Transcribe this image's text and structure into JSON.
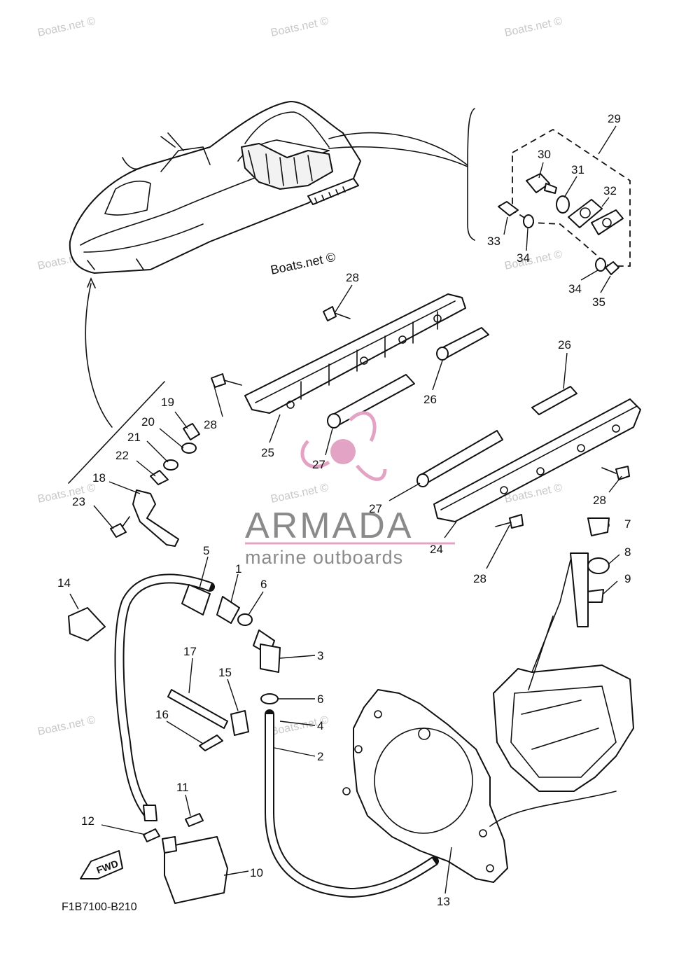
{
  "diagram": {
    "code": "F1B7100-B210",
    "credit": "Boats.net ©",
    "fwd_label": "FWD",
    "watermark_text": "Boats.net ©",
    "brand": {
      "name": "ARMADA",
      "tagline": "marine outboards",
      "logo_color": "#e2a3c4",
      "text_color": "#8a8a8a"
    },
    "labels": {
      "n1": "1",
      "n2": "2",
      "n3": "3",
      "n4": "4",
      "n5": "5",
      "n6a": "6",
      "n6b": "6",
      "n7": "7",
      "n8": "8",
      "n9": "9",
      "n10": "10",
      "n11": "11",
      "n12": "12",
      "n13": "13",
      "n14": "14",
      "n15": "15",
      "n16": "16",
      "n17": "17",
      "n18": "18",
      "n19": "19",
      "n20": "20",
      "n21": "21",
      "n22": "22",
      "n23": "23",
      "n24": "24",
      "n25": "25",
      "n26a": "26",
      "n26b": "26",
      "n27a": "27",
      "n27b": "27",
      "n28a": "28",
      "n28b": "28",
      "n28c": "28",
      "n28d": "28",
      "n29": "29",
      "n30": "30",
      "n31": "31",
      "n32": "32",
      "n33": "33",
      "n34a": "34",
      "n34b": "34",
      "n35": "35"
    }
  }
}
